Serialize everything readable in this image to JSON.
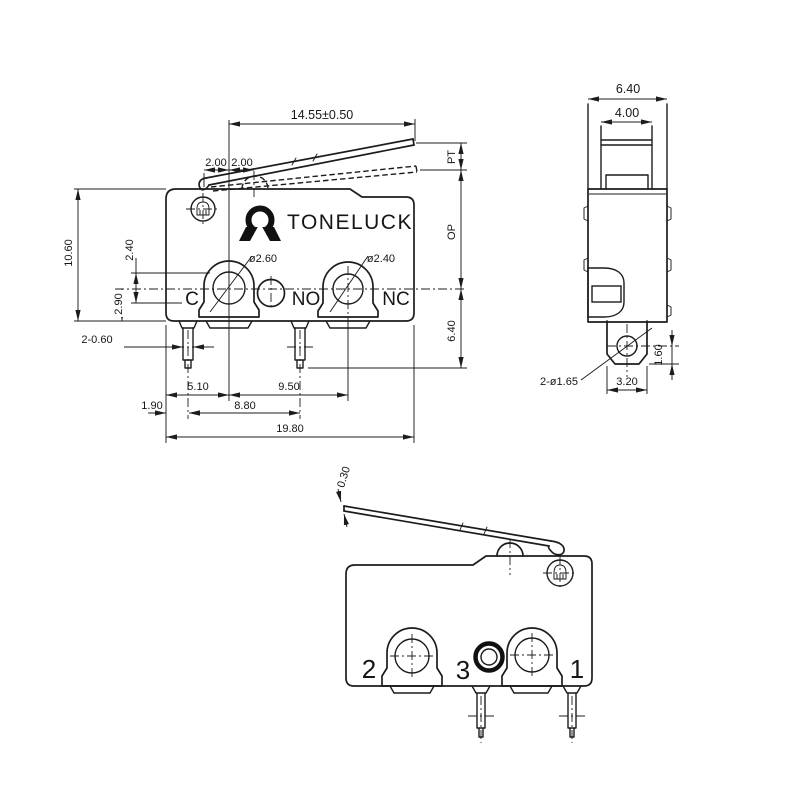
{
  "brand": {
    "name": "TONELUCK"
  },
  "colors": {
    "line": "#1c1c1c",
    "background": "#ffffff"
  },
  "front": {
    "dim_lever": "14.55±0.50",
    "dim_seg1": "2.00",
    "dim_seg2": "2.00",
    "dim_pt": "PT",
    "dim_op": "OP",
    "dim_base": "6.40",
    "dim_height": "10.60",
    "dim_2_40": "2.40",
    "dim_2_90": "2.90",
    "dim_pin_w": "2-0.60",
    "dim_5_10": "5.10",
    "dim_9_50": "9.50",
    "dim_1_90": "1.90",
    "dim_8_80": "8.80",
    "dim_19_80": "19.80",
    "hole_c": "ø2.60",
    "hole_no": "ø2.40",
    "label_c": "C",
    "label_no": "NO",
    "label_nc": "NC"
  },
  "side": {
    "dim_width": "6.40",
    "dim_button": "4.00",
    "dim_hole": "2-ø1.65",
    "dim_3_20": "3.20",
    "dim_1_60": "1.60"
  },
  "bottom": {
    "dim_lever_t": "0.30",
    "pin_2": "2",
    "pin_3": "3",
    "pin_1": "1"
  }
}
